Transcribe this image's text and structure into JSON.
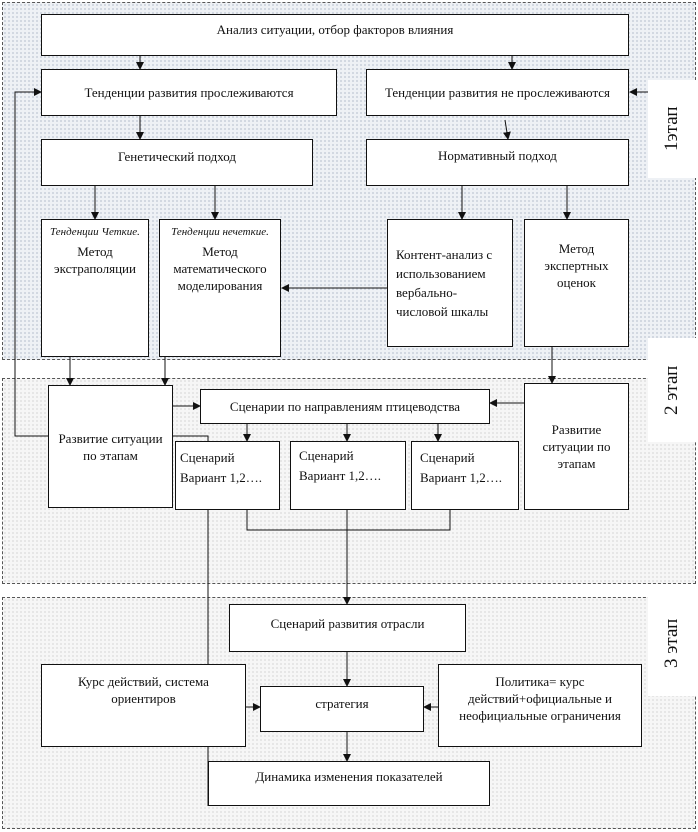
{
  "stages": {
    "stage1": "1этап",
    "stage2": "2 этап",
    "stage3": "3 этап"
  },
  "boxes": {
    "analysis": "Анализ ситуации, отбор факторов влияния",
    "trends_traced": "Тенденции развития прослеживаются",
    "trends_not_traced": "Тенденции развития не прослеживаются",
    "genetic": "Генетический подход",
    "normative": "Нормативный подход",
    "clear_trends_italic": "Тенденции Четкие.",
    "clear_trends_method": "Метод экстраполяции",
    "fuzzy_trends_italic": "Тенденции нечеткие.",
    "fuzzy_trends_method": "Метод математического моделирования",
    "content_analysis": "Контент-анализ с использованием вербально-числовой шкалы",
    "expert_method": "Метод экспертных оценок",
    "development_left": "Развитие ситуации по этапам",
    "development_right": "Развитие ситуации по этапам",
    "scenarios_poultry": "Сценарии по направлениям птицеводства",
    "scenario_a": "Сценарий Вариант 1,2….",
    "scenario_b": "Сценарий Вариант 1,2….",
    "scenario_c": "Сценарий Вариант 1,2….",
    "industry_scenario": "Сценарий развития отрасли",
    "course": "Курс действий, система ориентиров",
    "strategy": "стратегия",
    "policy": "Политика= курс действий+официальные и неофициальные ограничения",
    "dynamics": "Динамика изменения показателей"
  },
  "colors": {
    "stage_fill": "#eef1f5",
    "line": "#111111"
  }
}
